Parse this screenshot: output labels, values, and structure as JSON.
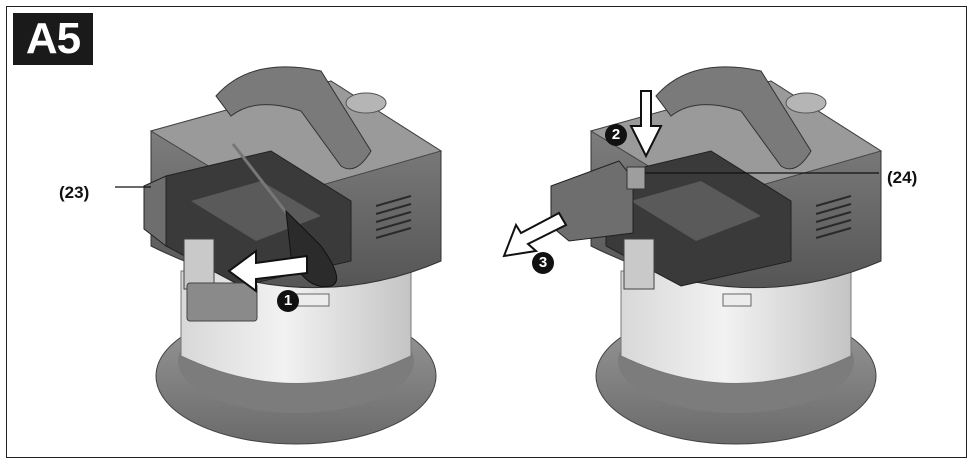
{
  "figure": {
    "badge_label": "A5",
    "callouts": {
      "left": "(23)",
      "right": "(24)"
    },
    "steps": [
      "1",
      "2",
      "3"
    ]
  }
}
